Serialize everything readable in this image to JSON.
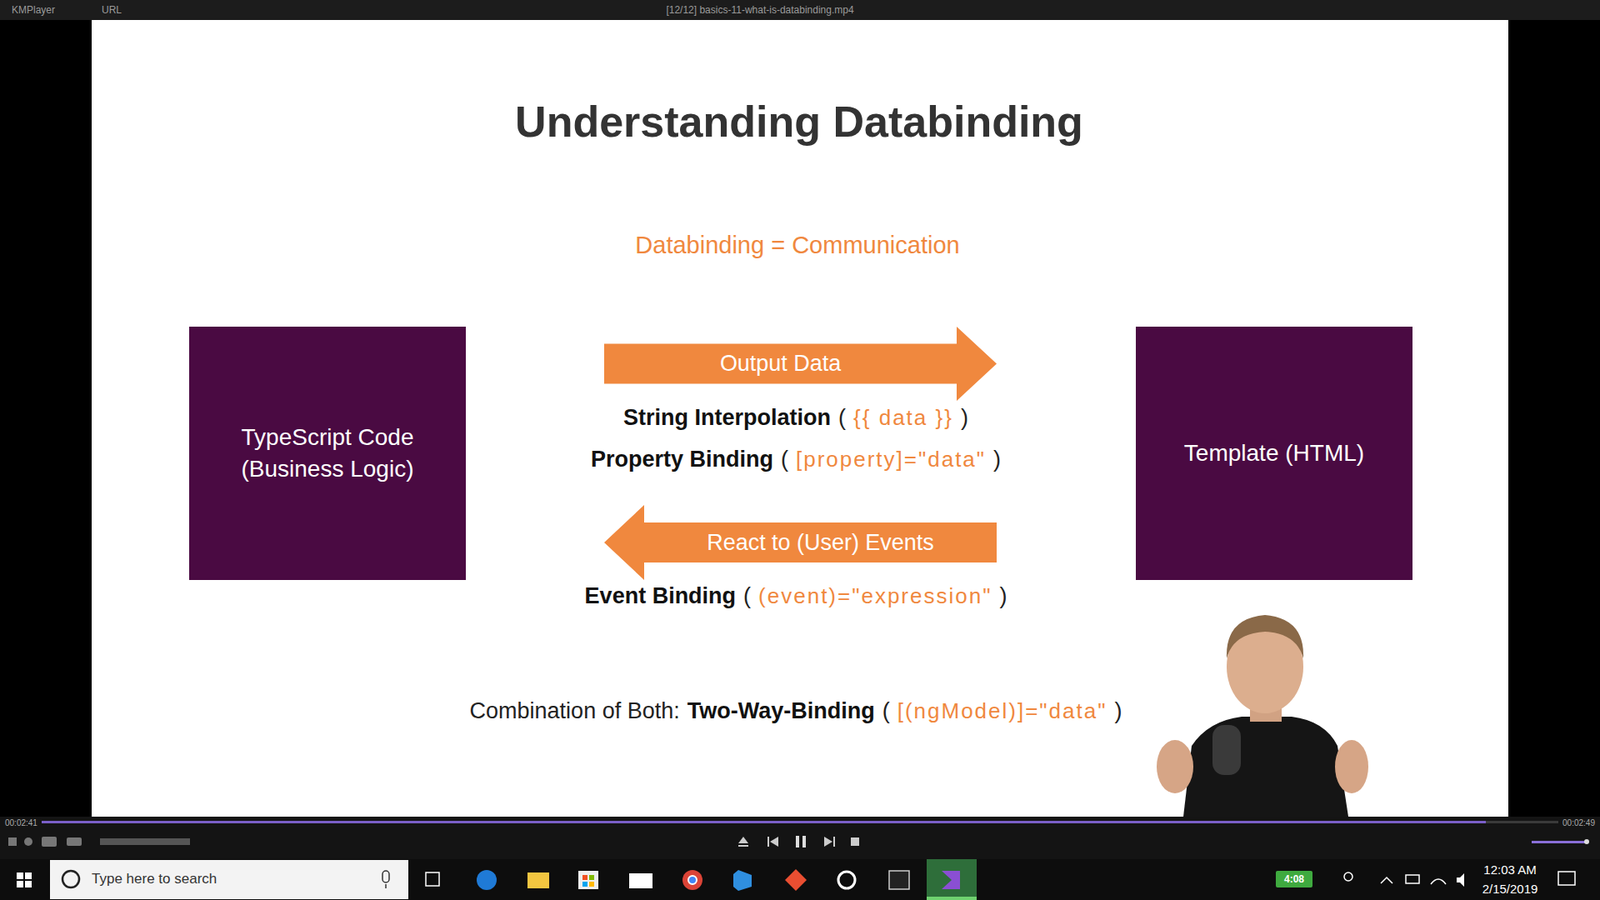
{
  "diagram": {
    "title": "Understanding Databinding",
    "nodes": [
      {
        "text": [
          "TypeScript Code (Business Logic)"
        ]
      },
      {
        "text": [
          "Output Data"
        ]
      },
      {
        "text": [
          "Template (HTML)"
        ]
      },
      {
        "text": [
          "React to (User) Events"
        ]
      }
    ],
    "labels": [
      "KMPlayer",
      "URL",
      "[12/12] basics-11-what-is-databinding.mp4",
      "Databinding = Communication",
      "String Interpolation",
      "(",
      "{{ data }}",
      ")",
      "Property Binding",
      "(",
      "[property]=\"data\"",
      ")",
      "Event Binding",
      "(",
      "(event)=\"expression\"",
      ")",
      "Combination of Both:",
      "Two-Way-Binding",
      "(",
      "[(ngModel)]=\"data\"",
      ")",
      "00:02:41",
      "00:02:49",
      "Type here to search",
      "4:08",
      "12:03 AM",
      "2/15/2019"
    ]
  }
}
